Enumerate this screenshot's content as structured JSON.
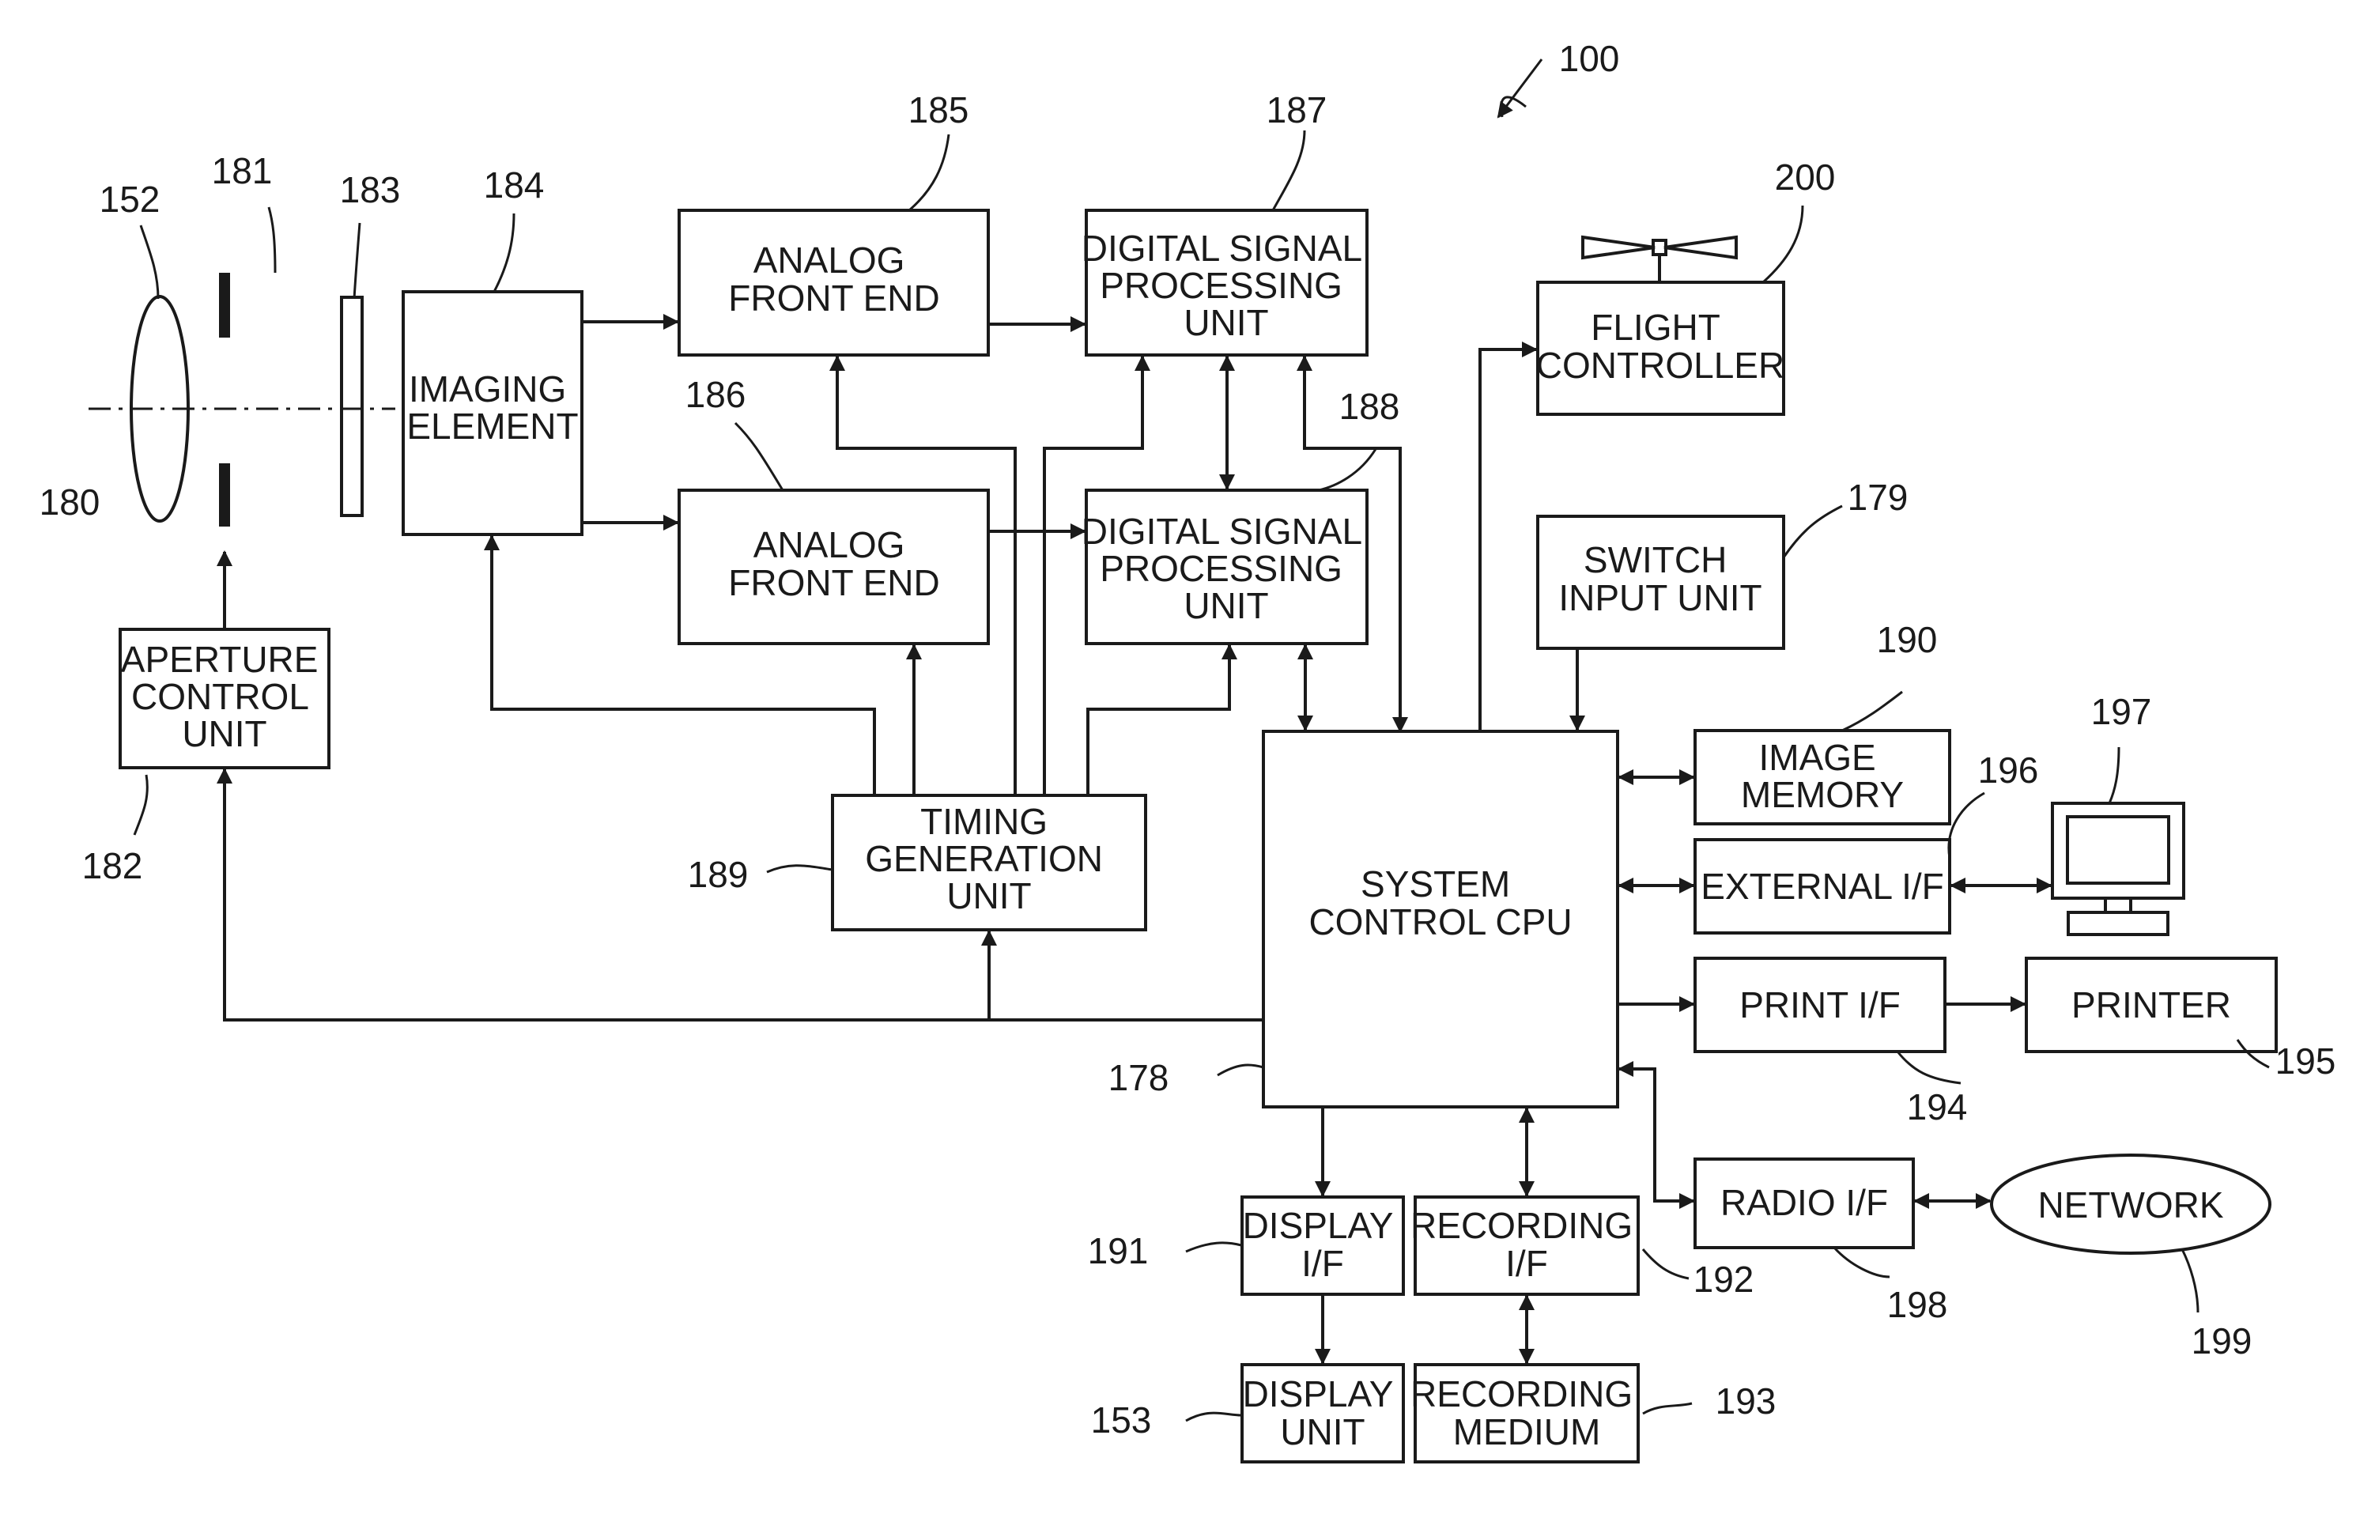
{
  "figure_ref": "100",
  "boxes": {
    "imaging_element": {
      "lines": [
        "IMAGING",
        "ELEMENT"
      ]
    },
    "afe_top": {
      "lines": [
        "ANALOG",
        "FRONT END"
      ]
    },
    "afe_bottom": {
      "lines": [
        "ANALOG",
        "FRONT END"
      ]
    },
    "dsp_top": {
      "lines": [
        "DIGITAL SIGNAL",
        "PROCESSING",
        "UNIT"
      ]
    },
    "dsp_bottom": {
      "lines": [
        "DIGITAL SIGNAL",
        "PROCESSING",
        "UNIT"
      ]
    },
    "aperture_control": {
      "lines": [
        "APERTURE",
        "CONTROL",
        "UNIT"
      ]
    },
    "timing_generation": {
      "lines": [
        "TIMING",
        "GENERATION",
        "UNIT"
      ]
    },
    "flight_controller": {
      "lines": [
        "FLIGHT",
        "CONTROLLER"
      ]
    },
    "switch_input": {
      "lines": [
        "SWITCH",
        "INPUT UNIT"
      ]
    },
    "system_cpu": {
      "lines": [
        "SYSTEM",
        "CONTROL CPU"
      ]
    },
    "image_memory": {
      "lines": [
        "IMAGE",
        "MEMORY"
      ]
    },
    "external_if": {
      "lines": [
        "EXTERNAL I/F"
      ]
    },
    "print_if": {
      "lines": [
        "PRINT I/F"
      ]
    },
    "printer": {
      "lines": [
        "PRINTER"
      ]
    },
    "radio_if": {
      "lines": [
        "RADIO I/F"
      ]
    },
    "network": {
      "lines": [
        "NETWORK"
      ]
    },
    "display_if": {
      "lines": [
        "DISPLAY",
        "I/F"
      ]
    },
    "recording_if": {
      "lines": [
        "RECORDING",
        "I/F"
      ]
    },
    "display_unit": {
      "lines": [
        "DISPLAY",
        "UNIT"
      ]
    },
    "recording_medium": {
      "lines": [
        "RECORDING",
        "MEDIUM"
      ]
    }
  },
  "refs": {
    "r152": "152",
    "r181": "181",
    "r183": "183",
    "r184": "184",
    "r185": "185",
    "r186": "186",
    "r187": "187",
    "r188": "188",
    "r200": "200",
    "r180": "180",
    "r179": "179",
    "r190": "190",
    "r197": "197",
    "r196": "196",
    "r182": "182",
    "r189": "189",
    "r178": "178",
    "r195": "195",
    "r194": "194",
    "r191": "191",
    "r192": "192",
    "r198": "198",
    "r199": "199",
    "r153": "153",
    "r193": "193"
  }
}
